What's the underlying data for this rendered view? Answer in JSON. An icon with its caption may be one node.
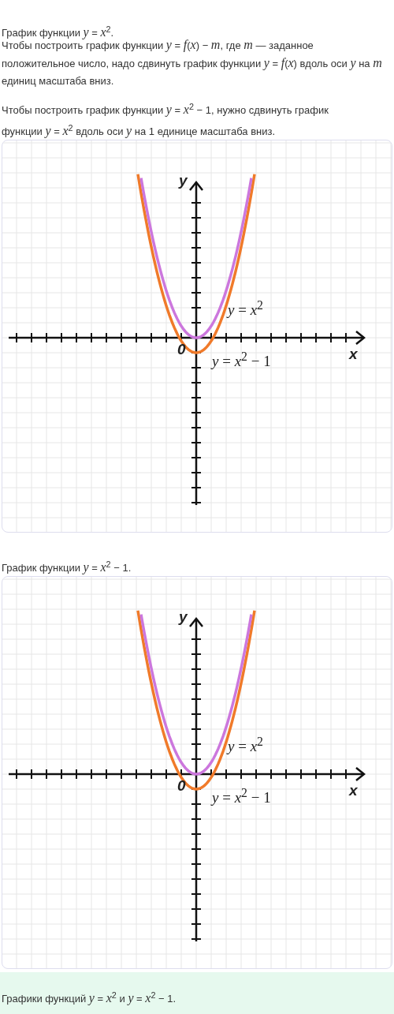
{
  "diagram": {
    "labels": [
      "График функции *y* = *x*$^{2}$.",
      "Чтобы построить график функции *y* = *f*(*x*) − *m*, где *m* — заданное положительное число, надо сдвинуть график функции *y* = *f*(*x*) вдоль оси *y* на *m* единиц масштаба вниз.",
      "Чтобы построить график функции *y* = *x*$^{2}$ − 1, нужно сдвинуть график функции *y* = *x*$^{2}$ вдоль оси *y* на 1 единице масштаба вниз.",
      "y",
      "*y* = *x*$^{2}$",
      "0",
      "*y* = *x*$^{2}$ − 1",
      "x",
      "График функции *y* = *x*$^{2}$ − 1.",
      "y",
      "*y* = *x*$^{2}$",
      "0",
      "*y* = *x*$^{2}$ − 1",
      "x",
      "Графики функций *y* = *x*$^{2}$ и *y* = *x*$^{2}$ − 1."
    ]
  }
}
